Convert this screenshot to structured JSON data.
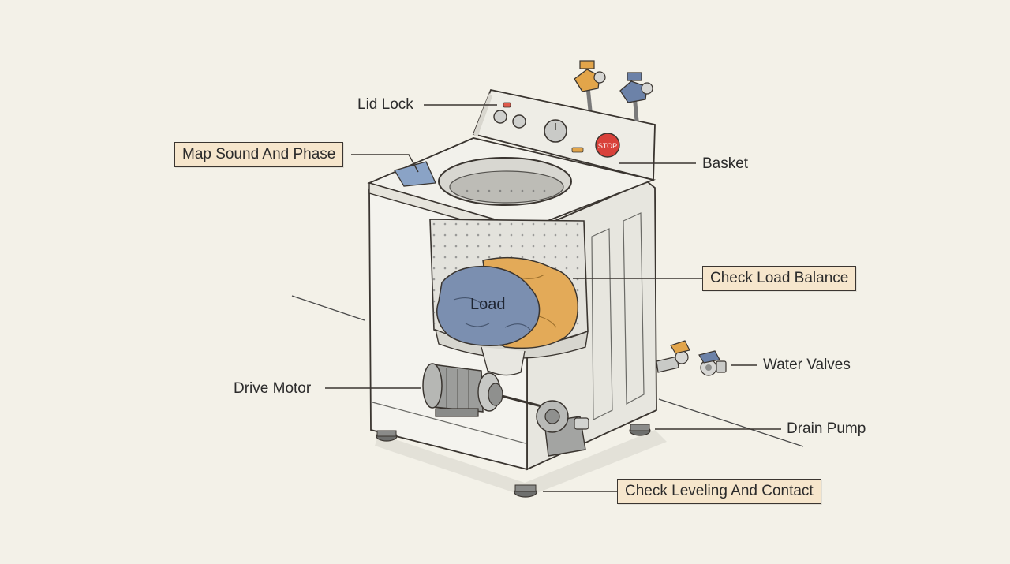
{
  "labels": {
    "lid_lock": "Lid Lock",
    "map_sound": "Map Sound And Phase",
    "basket": "Basket",
    "check_load": "Check Load Balance",
    "load": "Load",
    "water_valves": "Water Valves",
    "drive_motor": "Drive Motor",
    "drain_pump": "Drain Pump",
    "check_leveling": "Check Leveling And Contact"
  },
  "panel": {
    "stop_text": "STOP"
  },
  "colors": {
    "background": "#f3f1e8",
    "callout_fill": "#f6e6cc",
    "load_blue": "#7b8fb0",
    "load_orange": "#e3aa58",
    "stop_red": "#d9413a",
    "outline": "#3a3530"
  }
}
